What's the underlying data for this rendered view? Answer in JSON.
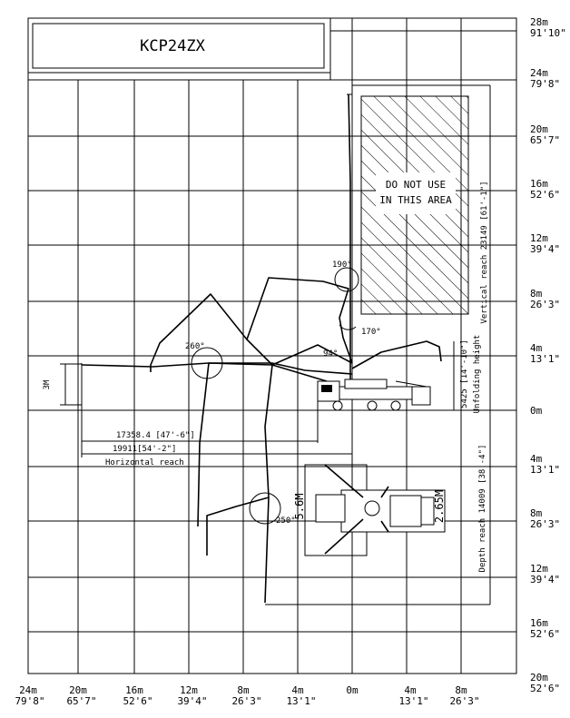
{
  "title": "KCP24ZX",
  "warning": [
    "DO NOT USE",
    "IN THIS AREA"
  ],
  "right_axis": [
    {
      "m": "28m",
      "ft": "91'10\""
    },
    {
      "m": "24m",
      "ft": "79'8\""
    },
    {
      "m": "20m",
      "ft": "65'7\""
    },
    {
      "m": "16m",
      "ft": "52'6\""
    },
    {
      "m": "12m",
      "ft": "39'4\""
    },
    {
      "m": "8m",
      "ft": "26'3\""
    },
    {
      "m": "4m",
      "ft": "13'1\""
    },
    {
      "m": "0m",
      "ft": ""
    },
    {
      "m": "4m",
      "ft": "13'1\""
    },
    {
      "m": "8m",
      "ft": "26'3\""
    },
    {
      "m": "12m",
      "ft": "39'4\""
    },
    {
      "m": "16m",
      "ft": "52'6\""
    },
    {
      "m": "20m",
      "ft": "52'6\""
    }
  ],
  "bottom_axis": [
    {
      "m": "24m",
      "ft": "79'8\""
    },
    {
      "m": "20m",
      "ft": "65'7\""
    },
    {
      "m": "16m",
      "ft": "52'6\""
    },
    {
      "m": "12m",
      "ft": "39'4\""
    },
    {
      "m": "8m",
      "ft": "26'3\""
    },
    {
      "m": "4m",
      "ft": "13'1\""
    },
    {
      "m": "0m",
      "ft": ""
    },
    {
      "m": "4m",
      "ft": "13'1\""
    },
    {
      "m": "8m",
      "ft": "26'3\""
    }
  ],
  "angles": {
    "a1": "190°",
    "a2": "170°",
    "a3": "94°",
    "a4": "260°",
    "a5": "250°"
  },
  "dimensions": {
    "reach1": "17358.4 [47'-6\"]",
    "reach2": "19911[54'-2\"]",
    "horizontal": "Horizontal reach",
    "vertical": "Vertical reach 23149 [61'-1\"]",
    "unfolding_value": "5425 [14'-10\"]",
    "unfolding_label": "Unfolding height",
    "depth": "Depth reach 14009 [38'-4\"]",
    "tip_height": "3M",
    "outrigger_front": "5.6M",
    "outrigger_rear": "2.65M"
  }
}
